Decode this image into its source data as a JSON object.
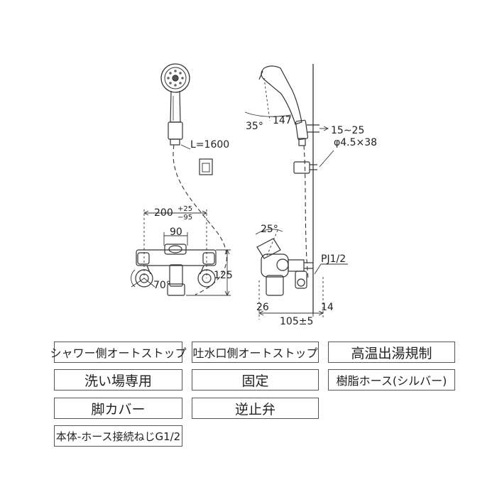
{
  "dimensions": {
    "hose_length": "L=1600",
    "pitch": "200",
    "pitch_plus": "+25",
    "pitch_minus": "−95",
    "center": "90",
    "spout_height": "125",
    "spout_angle": "70°",
    "head_angle": "35°",
    "head_reach": "147",
    "holder_range": "15∼25",
    "screw": "φ4.5×38",
    "lever_angle": "25°",
    "thread": "PJ1/2",
    "wall_offset": "26",
    "depth": "105±5",
    "pipe_offset": "14"
  },
  "features": [
    "シャワー側オートストップ",
    "吐水口側オートストップ",
    "高温出湯規制",
    "洗い場専用",
    "固定",
    "樹脂ホース(シルバー)",
    "脚カバー",
    "逆止弁",
    "本体-ホース接続ねじG1/2"
  ]
}
